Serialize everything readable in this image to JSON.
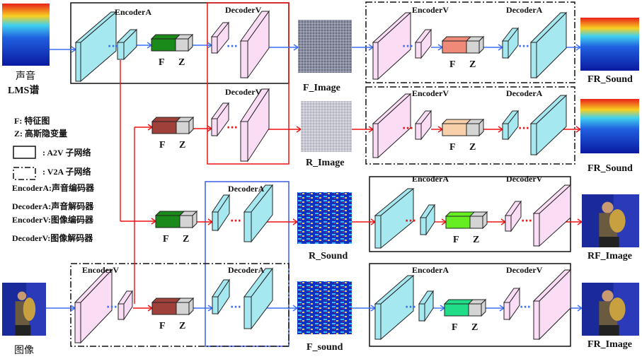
{
  "inputs": {
    "sound_label_1": "声音",
    "sound_label_2": "LMS谱",
    "image_label": "图像"
  },
  "legend": {
    "f": "F:  特征图",
    "z": "Z:  高斯隐变量",
    "a2v": ": A2V 子网络",
    "v2a": ": V2A 子网络",
    "enc_a": "EncoderA:声音编码器",
    "dec_a": "DecoderA:声音解码器",
    "enc_v": "EncoderV:图像编码器",
    "dec_v": "DecoderV:图像解码器"
  },
  "modules": {
    "encoder_a": "EncoderA",
    "decoder_a": "DecoderA",
    "encoder_v": "EncoderV",
    "decoder_v": "DecoderV"
  },
  "fz": {
    "f": "F",
    "z": "Z"
  },
  "outputs": {
    "f_image": "F_Image",
    "r_image": "R_Image",
    "r_sound": "R_Sound",
    "f_sound": "F_sound",
    "fr_sound_1": "FR_Sound",
    "fr_sound_2": "FR_Sound",
    "rf_image": "RF_Image",
    "fr_image": "FR_Image"
  },
  "colors": {
    "cyan": "#a6e8f0",
    "pink": "#fbdcf5",
    "blue_arrow": "#3a6ff5",
    "red": "#ee1111",
    "blue_box": "#3a5fe0",
    "f_green": "#1a8a1a",
    "f_brown": "#a0403a",
    "f_salmon": "#f08a78",
    "f_peach": "#f7cfa8",
    "f_lime": "#66ee22",
    "f_teal": "#22dd88",
    "z_gray": "#d4d4d4"
  }
}
